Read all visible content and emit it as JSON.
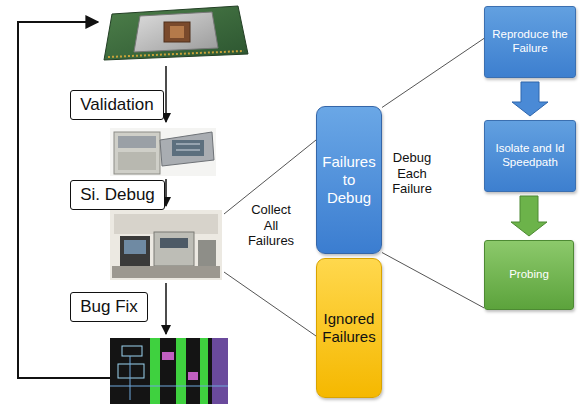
{
  "diagram": {
    "nodes": [
      {
        "text": [
          "Validation"
        ]
      },
      {
        "text": [
          "Si. Debug"
        ]
      },
      {
        "text": [
          "Bug Fix"
        ]
      },
      {
        "text": [
          "Failures to Debug"
        ]
      },
      {
        "text": [
          "Ignored Failures"
        ]
      },
      {
        "text": [
          "Reproduce the Failure"
        ]
      },
      {
        "text": [
          "Isolate and Id Speedpath"
        ]
      },
      {
        "text": [
          "Probing"
        ]
      }
    ],
    "edges": [
      {
        "from": 3,
        "to": 5,
        "arrow": "none"
      },
      {
        "from": 3,
        "to": 7,
        "arrow": "none"
      },
      {
        "from": 5,
        "to": 6,
        "arrow": "to"
      },
      {
        "from": 6,
        "to": 7,
        "arrow": "to"
      }
    ],
    "labels": [
      "Collect All Failures",
      "Debug Each Failure"
    ]
  }
}
